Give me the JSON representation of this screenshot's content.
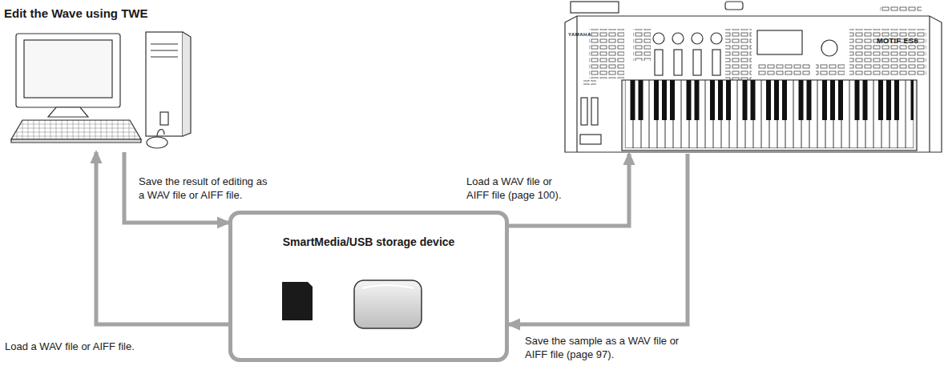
{
  "diagram": {
    "nodes": [
      {
        "text": [
          "Edit the Wave using TWE"
        ]
      },
      {
        "text": [
          "YAMAHA",
          "MOTIF ES6"
        ]
      },
      {
        "text": [
          "SmartMedia/USB storage device"
        ]
      }
    ],
    "edges": [
      {
        "from": 0,
        "to": 2,
        "arrow": "to",
        "label": "Save the result of editing as a WAV file or AIFF file."
      },
      {
        "from": 2,
        "to": 0,
        "arrow": "to",
        "label": "Load a WAV file or AIFF file."
      },
      {
        "from": 2,
        "to": 1,
        "arrow": "to",
        "label": "Load a WAV file or AIFF file (page 100)."
      },
      {
        "from": 1,
        "to": 2,
        "arrow": "to",
        "label": "Save the sample as a WAV file or AIFF file (page 97)."
      }
    ]
  }
}
